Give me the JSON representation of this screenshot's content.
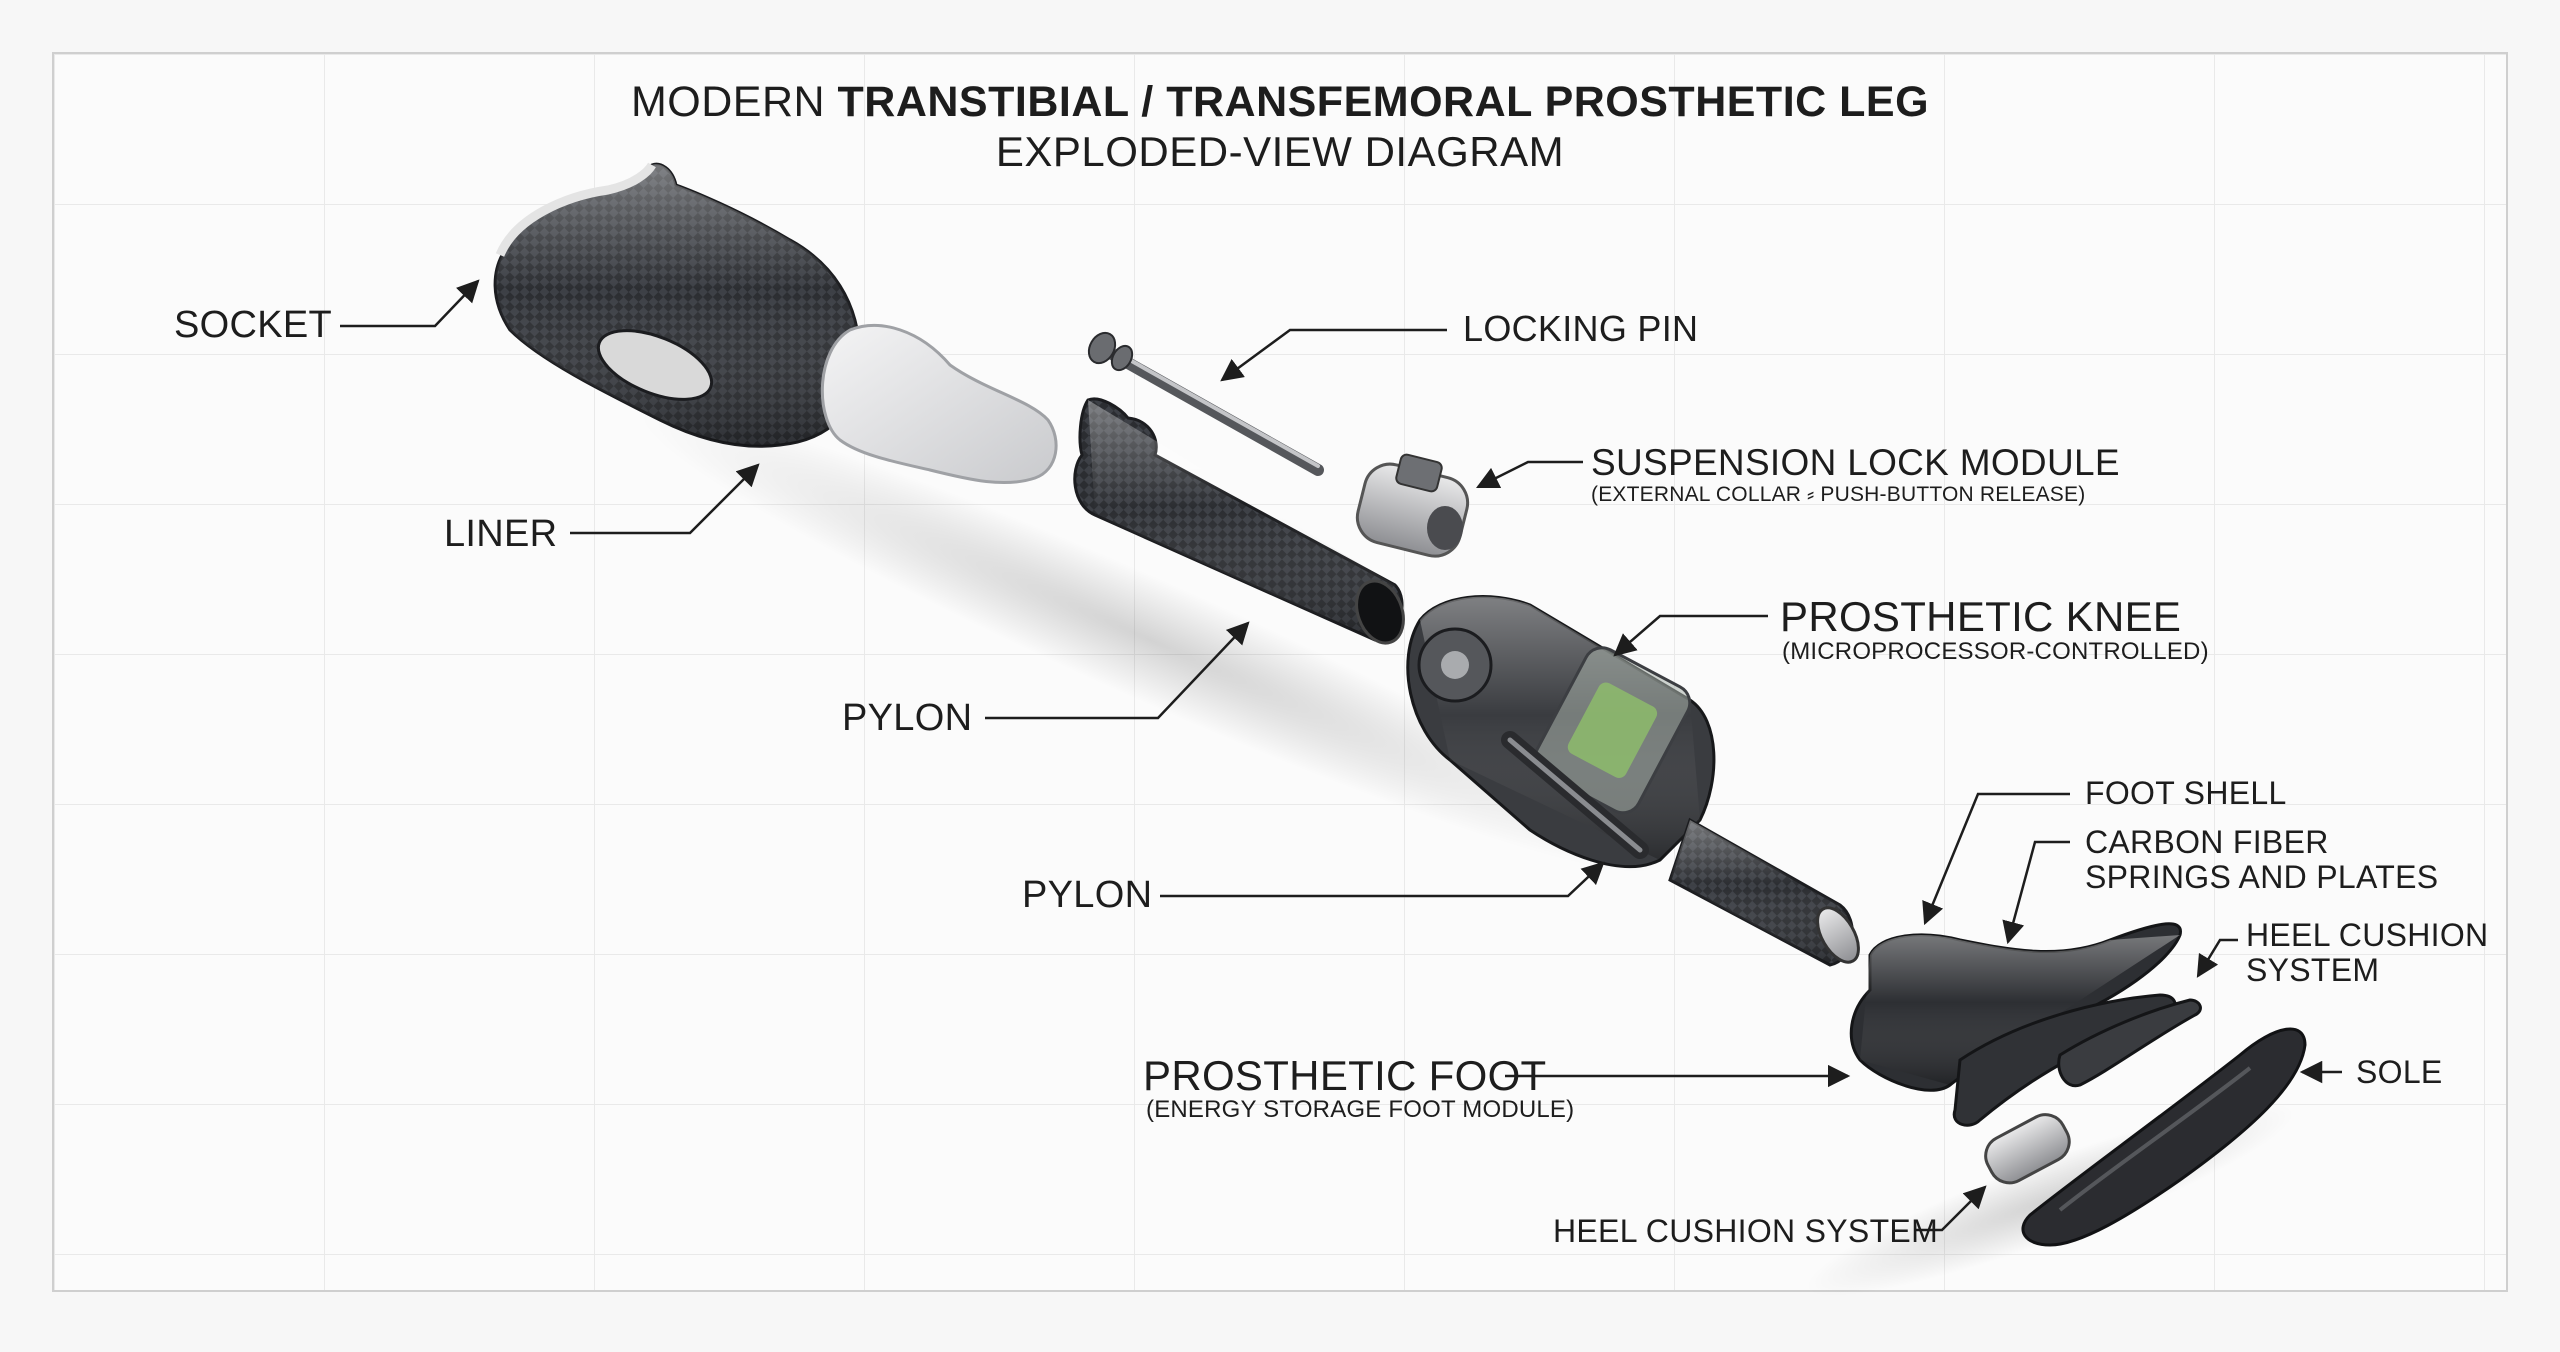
{
  "title": {
    "prefix": "MODERN",
    "bold": "TRANSTIBIAL / TRANSFEMORAL PROSTHETIC LEG",
    "line2": "EXPLODED-VIEW DIAGRAM"
  },
  "labels": {
    "socket": "SOCKET",
    "liner": "LINER",
    "locking_pin": "LOCKING PIN",
    "suspension_lock": "SUSPENSION LOCK MODULE",
    "suspension_lock_sub": "(EXTERNAL COLLAR ⸗ PUSH-BUTTON RELEASE)",
    "prosthetic_knee": "PROSTHETIC KNEE",
    "prosthetic_knee_sub": "(MICROPROCESSOR-CONTROLLED)",
    "pylon_upper": "PYLON",
    "pylon_lower": "PYLON",
    "foot_shell": "FOOT SHELL",
    "carbon_fiber_line1": "CARBON FIBER",
    "carbon_fiber_line2": "SPRINGS AND PLATES",
    "heel_cushion_right_line1": "HEEL CUSHION",
    "heel_cushion_right_line2": "SYSTEM",
    "sole": "SOLE",
    "prosthetic_foot": "PROSTHETIC FOOT",
    "prosthetic_foot_sub": "(ENERGY STORAGE FOOT MODULE)",
    "heel_cushion_bottom": "HEEL CUSHION SYSTEM"
  },
  "colors": {
    "carbon_dark": "#2b2d31",
    "liner_gel": "#dcdde0",
    "knee_display": "#8fbf6a",
    "line": "#1d1d1d"
  }
}
